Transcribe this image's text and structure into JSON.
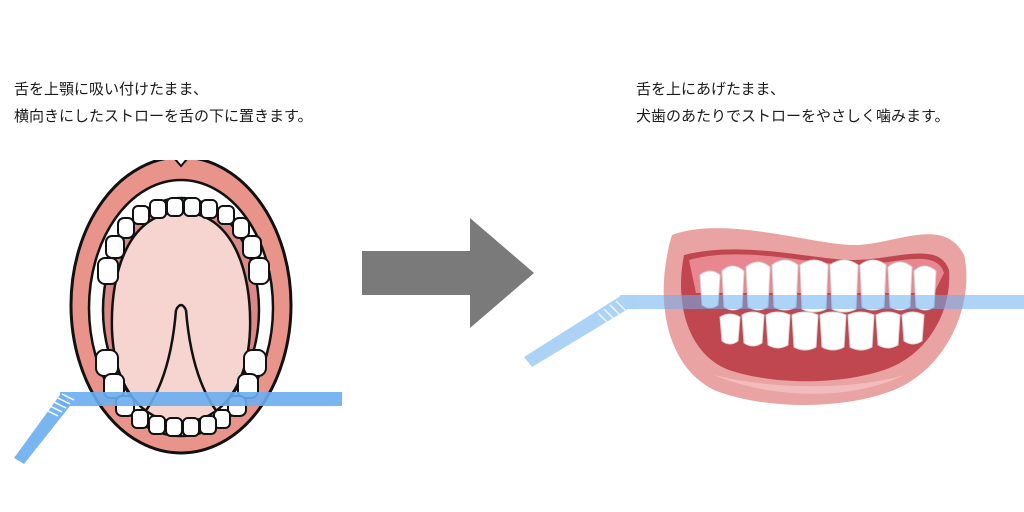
{
  "left_step": {
    "line1": "舌を上顎に吸い付けたまま、",
    "line2": "横向きにしたストローを舌の下に置きます。"
  },
  "right_step": {
    "line1": "舌を上にあげたまま、",
    "line2": "犬歯のあたりでストローをやさしく噛みます。"
  },
  "arrow": {
    "direction": "right",
    "color": "#7a7a7a"
  },
  "colors": {
    "lip": "#e8948a",
    "gum": "#f4c9c2",
    "tongue": "#f6d4d0",
    "tooth": "#ffffff",
    "straw": "#6aaef0"
  }
}
